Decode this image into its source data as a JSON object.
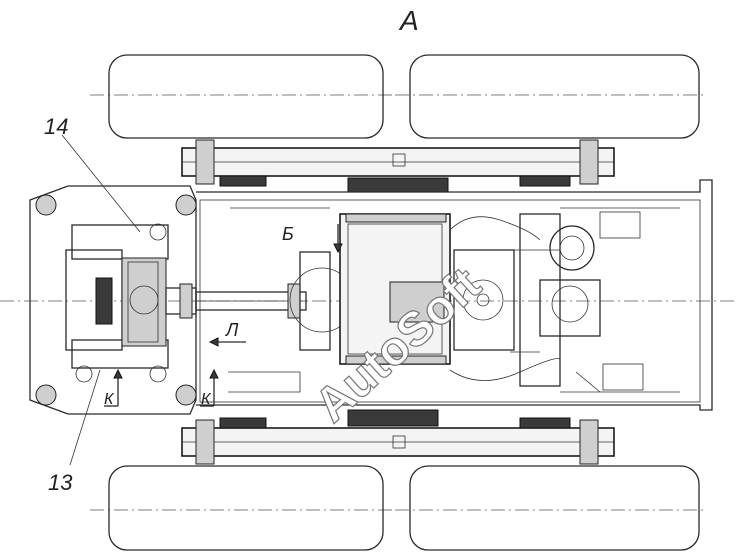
{
  "view_label": "A",
  "labels": {
    "part_14": "14",
    "part_13": "13",
    "label_b": "Б",
    "label_l": "Л",
    "label_k_left": "К",
    "label_k_right": "К"
  },
  "watermark": "AutoSoft"
}
